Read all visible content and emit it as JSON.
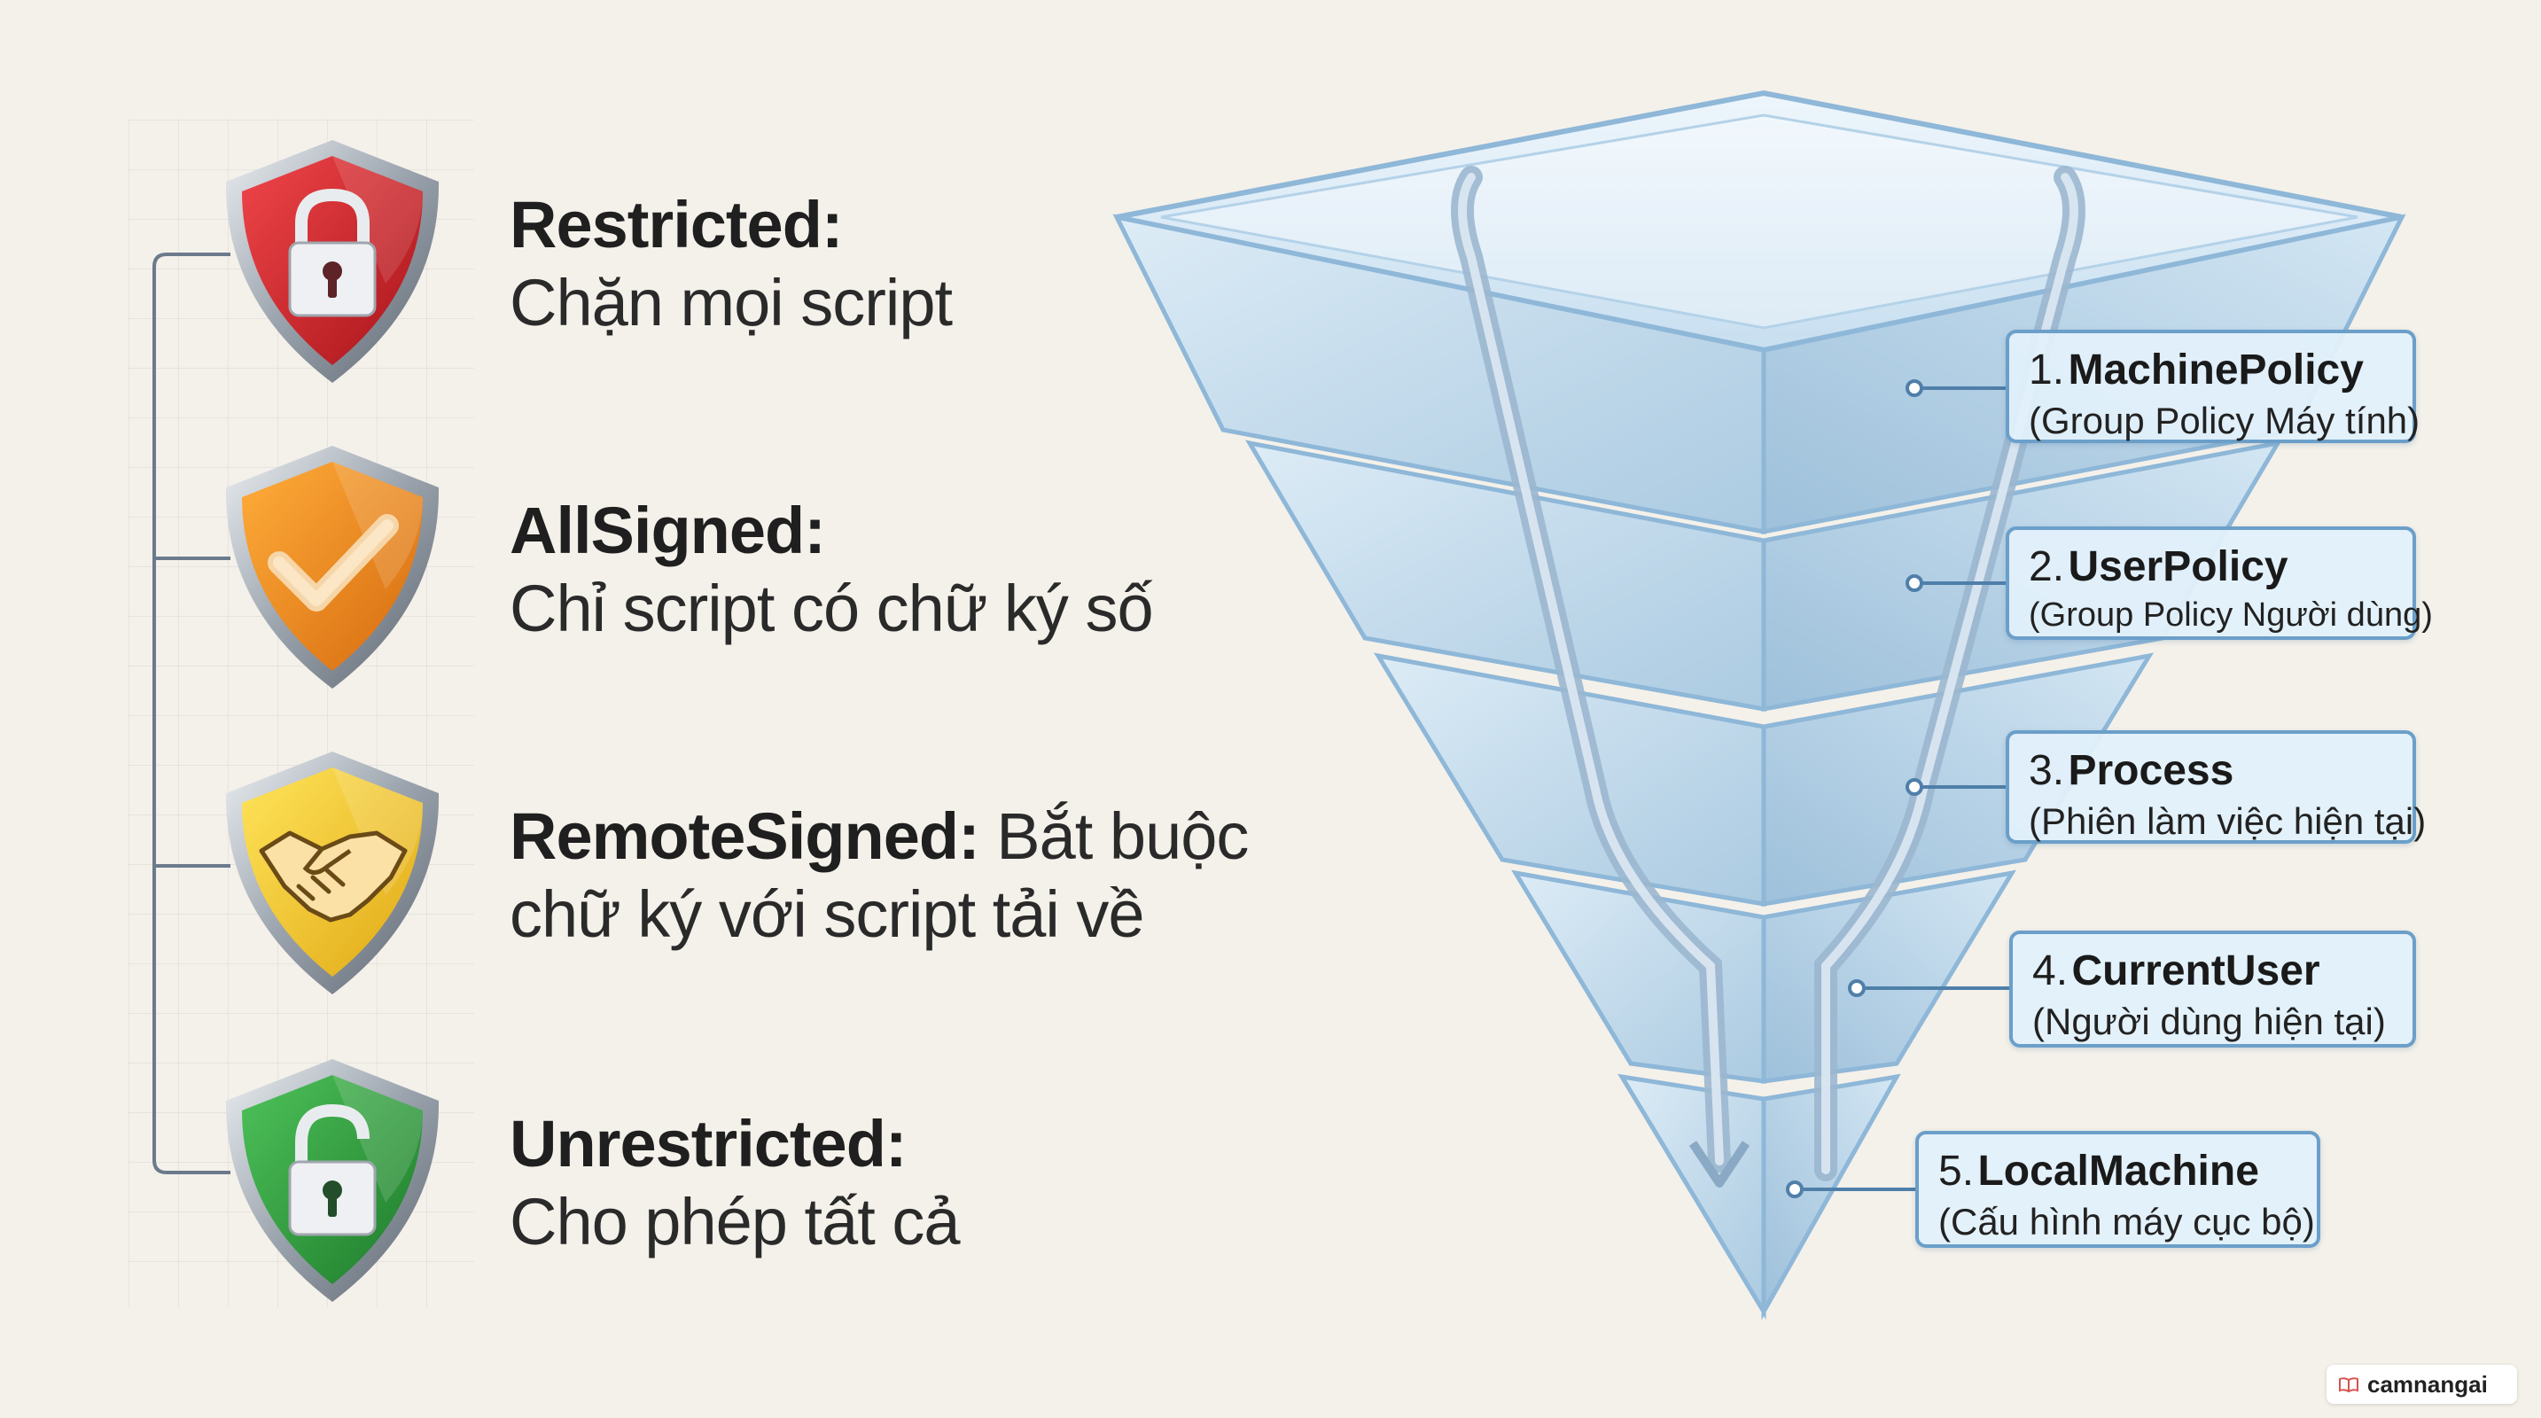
{
  "policies": [
    {
      "name": "Restricted:",
      "desc": "Chặn mọi script",
      "color": "#d8262b",
      "icon": "lock-icon"
    },
    {
      "name": "AllSigned:",
      "desc": "Chỉ script có chữ ký số",
      "color": "#f08a1c",
      "icon": "checkmark-icon"
    },
    {
      "name": "RemoteSigned:",
      "desc_inline": "Bắt buộc",
      "desc": "chữ ký với script tải về",
      "color": "#f5c72a",
      "icon": "handshake-icon"
    },
    {
      "name": "Unrestricted:",
      "desc": "Cho phép tất cả",
      "color": "#2e9a3c",
      "icon": "unlock-icon"
    }
  ],
  "scopes": [
    {
      "num": "1.",
      "title": "MachinePolicy",
      "sub": "(Group Policy Máy tính)"
    },
    {
      "num": "2.",
      "title": "UserPolicy",
      "sub": "(Group Policy Người dùng)"
    },
    {
      "num": "3.",
      "title": "Process",
      "sub": "(Phiên làm việc hiện tại)"
    },
    {
      "num": "4.",
      "title": "CurrentUser",
      "sub": "(Người dùng hiện tại)"
    },
    {
      "num": "5.",
      "title": "LocalMachine",
      "sub": "(Cấu hình máy cục bộ)"
    }
  ],
  "watermark": {
    "text": "camnangai",
    "icon": "book-icon"
  }
}
